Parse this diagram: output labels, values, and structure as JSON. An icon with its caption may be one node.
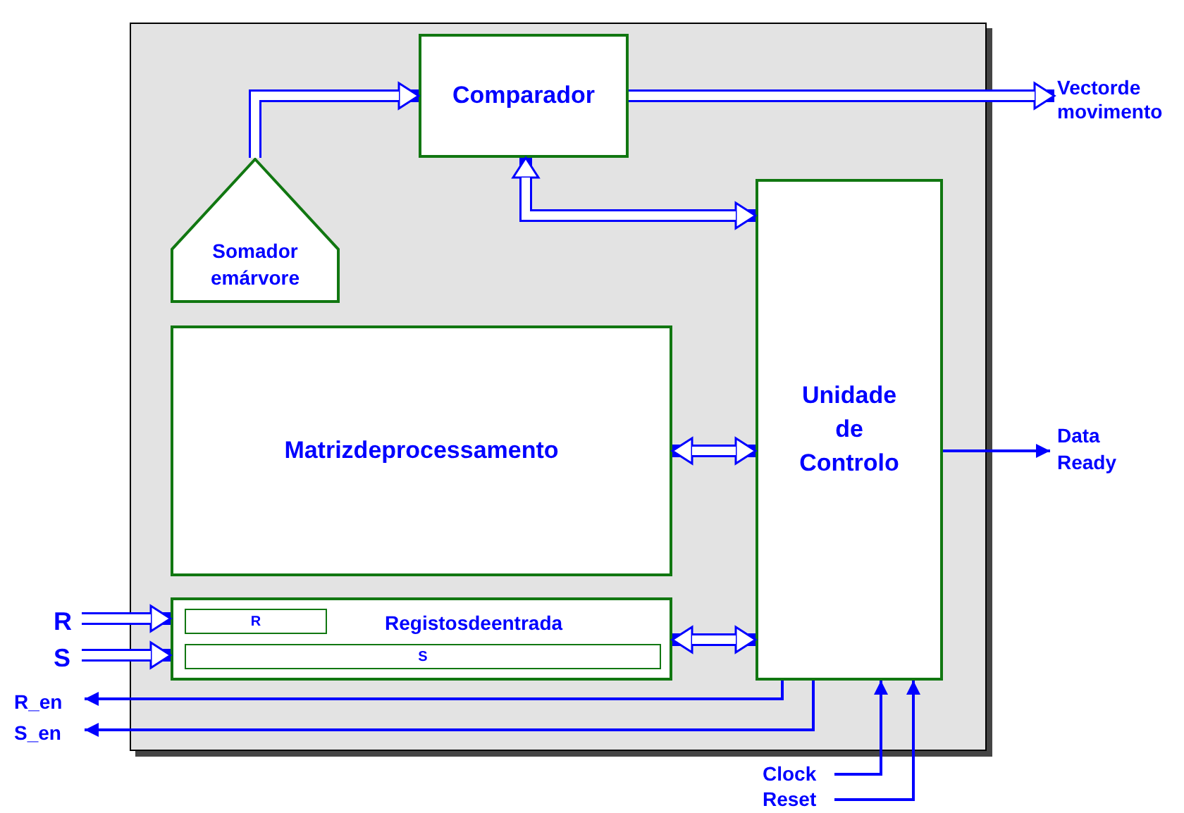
{
  "diagram": {
    "nodes": [
      {
        "text": [],
        "shape": "box"
      },
      {
        "text": [
          "Comparador"
        ],
        "in": 0
      },
      {
        "text": [
          "Somador emárvore"
        ],
        "in": 0
      },
      {
        "text": [
          "Unidade de Controlo"
        ],
        "in": 0
      },
      {
        "text": [
          "Matrizdeprocessamento"
        ],
        "in": 0
      },
      {
        "text": [
          "Registosdeentrada"
        ],
        "in": 0
      },
      {
        "text": [
          "R"
        ],
        "in": 5
      },
      {
        "text": [
          "S"
        ],
        "in": 5
      },
      {
        "text": [
          "Vectorde movimento"
        ]
      },
      {
        "text": [
          "Data Ready"
        ]
      },
      {
        "text": [
          "R"
        ]
      },
      {
        "text": [
          "S"
        ]
      },
      {
        "text": [
          "R_en"
        ]
      },
      {
        "text": [
          "S_en"
        ]
      },
      {
        "text": [
          "Clock"
        ]
      },
      {
        "text": [
          "Reset"
        ]
      }
    ],
    "edges": [
      {
        "from": 2,
        "to": 1,
        "arrow": "to"
      },
      {
        "from": 1,
        "to": 8,
        "arrow": "to"
      },
      {
        "from": 1,
        "to": 3,
        "arrow": "both"
      },
      {
        "from": 4,
        "to": 3,
        "arrow": "both"
      },
      {
        "from": 5,
        "to": 3,
        "arrow": "both"
      },
      {
        "from": 10,
        "to": 5,
        "arrow": "to"
      },
      {
        "from": 11,
        "to": 5,
        "arrow": "to"
      },
      {
        "from": 3,
        "to": 9,
        "arrow": "to"
      },
      {
        "from": 3,
        "to": 12,
        "arrow": "to"
      },
      {
        "from": 3,
        "to": 13,
        "arrow": "to"
      },
      {
        "from": 14,
        "to": 3,
        "arrow": "to"
      },
      {
        "from": 15,
        "to": 3,
        "arrow": "to"
      }
    ]
  }
}
